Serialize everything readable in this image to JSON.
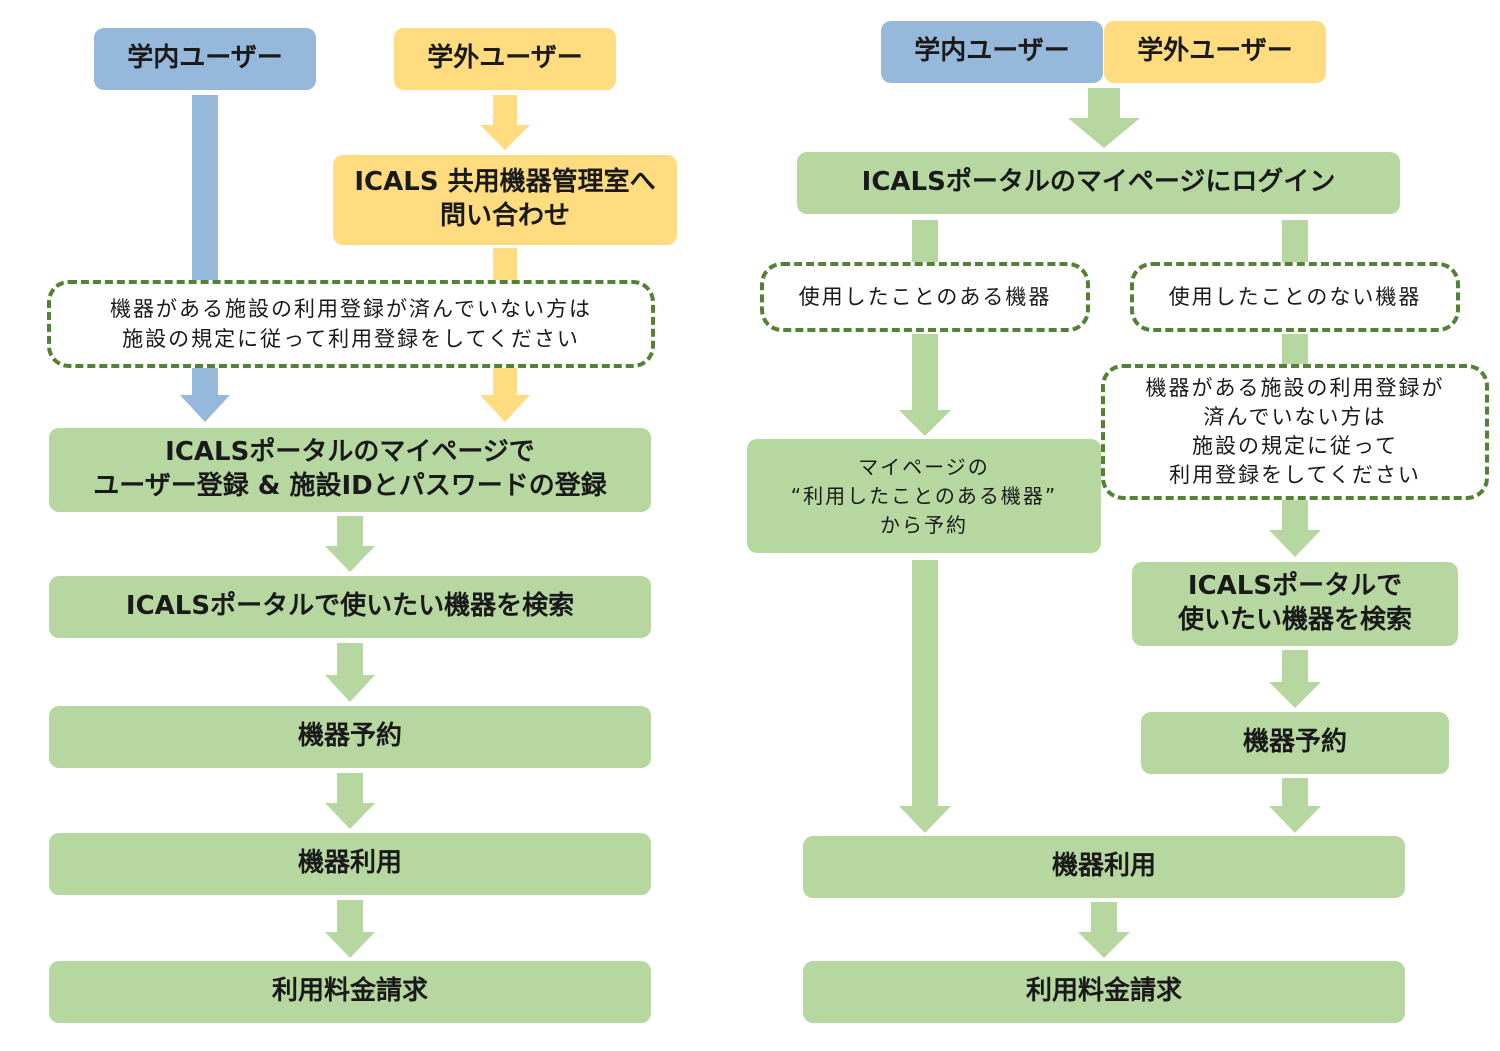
{
  "colors": {
    "internal": "#95b8db",
    "external": "#ffdc7f",
    "step": "#b7d7a1",
    "note_border": "#538135"
  },
  "left": {
    "internal_user": "学内ユーザー",
    "external_user": "学外ユーザー",
    "inquiry": "ICALS 共用機器管理室へ\n問い合わせ",
    "note": "機器がある施設の利用登録が済んでいない方は\n施設の規定に従って利用登録をしてください",
    "register": "ICALSポータルのマイページで\nユーザー登録 & 施設IDとパスワードの登録",
    "search": "ICALSポータルで使いたい機器を検索",
    "reserve": "機器予約",
    "use": "機器利用",
    "billing": "利用料金請求"
  },
  "right": {
    "internal_user": "学内ユーザー",
    "external_user": "学外ユーザー",
    "login": "ICALSポータルのマイページにログイン",
    "used_before": "使用したことのある機器",
    "never_used": "使用したことのない機器",
    "mypage_reserve": "マイページの\n“利用したことのある機器”\nから予約",
    "note": "機器がある施設の利用登録が\n済んでいない方は\n施設の規定に従って\n利用登録をしてください",
    "search": "ICALSポータルで\n使いたい機器を検索",
    "reserve": "機器予約",
    "use": "機器利用",
    "billing": "利用料金請求"
  }
}
